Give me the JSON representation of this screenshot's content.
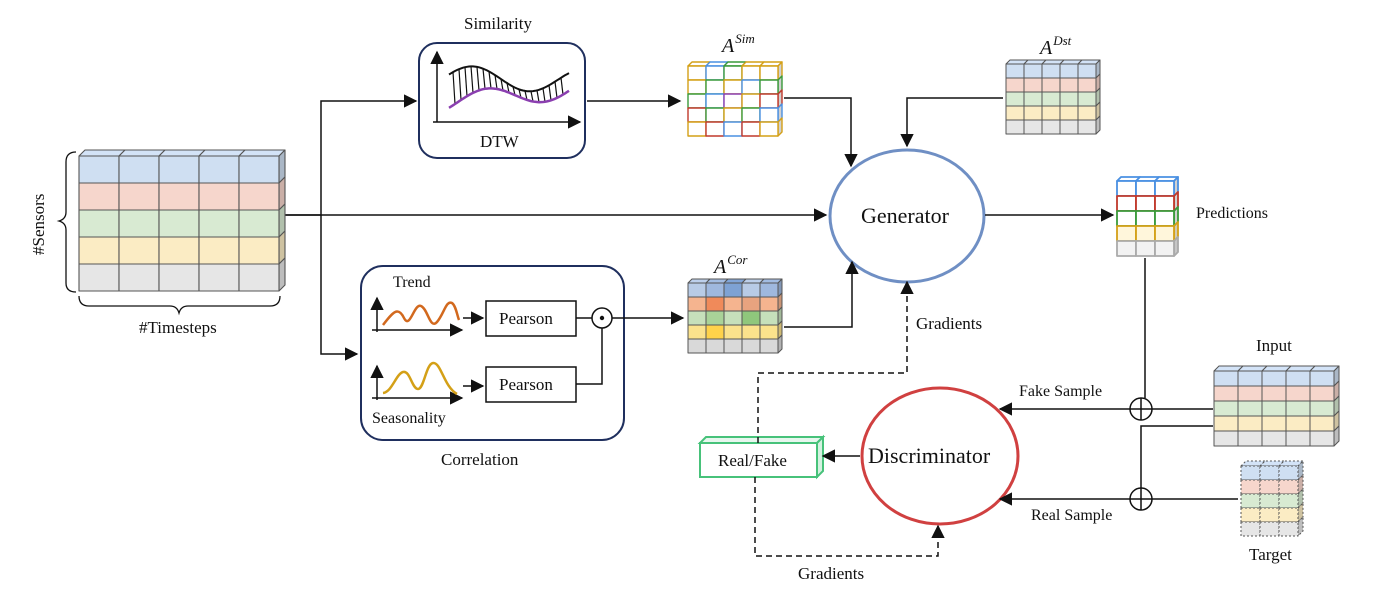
{
  "labels": {
    "similarity": "Similarity",
    "dtw": "DTW",
    "sensors": "#Sensors",
    "timesteps": "#Timesteps",
    "trend": "Trend",
    "seasonality": "Seasonality",
    "pearson": "Pearson",
    "correlation": "Correlation",
    "generator": "Generator",
    "discriminator": "Discriminator",
    "predictions": "Predictions",
    "input": "Input",
    "target": "Target",
    "fake_sample": "Fake Sample",
    "real_sample": "Real Sample",
    "real_fake": "Real/Fake",
    "gradients": "Gradients"
  },
  "matrices": {
    "a_sim": {
      "base": "A",
      "sup": "Sim"
    },
    "a_dst": {
      "base": "A",
      "sup": "Dst"
    },
    "a_cor": {
      "base": "A",
      "sup": "Cor"
    }
  },
  "colors": {
    "row_blue": "#cfdff2",
    "row_red": "#f6d6cc",
    "row_green": "#d8ead2",
    "row_yellow": "#fbecc4",
    "row_gray": "#e6e6e6",
    "generator_stroke": "#6f8fc4",
    "discriminator_stroke": "#d04040",
    "real_fake_stroke": "#47c27a",
    "panel_stroke": "#1f2f5e"
  }
}
